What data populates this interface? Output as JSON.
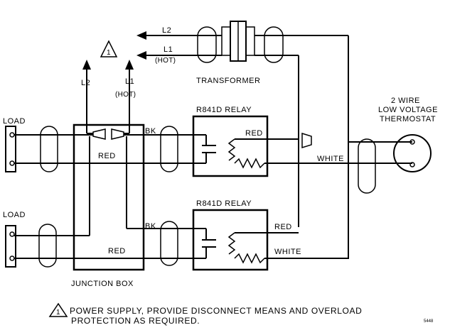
{
  "labels": {
    "l2_top": "L2",
    "l1_top": "L1",
    "hot_top": "(HOT)",
    "transformer": "TRANSFORMER",
    "l2_left": "L2",
    "l1_left": "L1",
    "hot_left": "(HOT)",
    "thermostat_line1": "2 WIRE",
    "thermostat_line2": "LOW VOLTAGE",
    "thermostat_line3": "THERMOSTAT",
    "relay_top": "R841D RELAY",
    "relay_bottom": "R841D RELAY",
    "load_top": "LOAD",
    "load_bottom": "LOAD",
    "bk_top": "BK",
    "bk_bottom": "BK",
    "red_jb_top": "RED",
    "red_jb_bottom": "RED",
    "red_relay_top": "RED",
    "white_top": "WHITE",
    "red_relay_bottom": "RED",
    "white_bottom": "WHITE",
    "junction_box": "JUNCTION BOX",
    "warning_number": "1",
    "note_line1": "POWER SUPPLY, PROVIDE  DISCONNECT  MEANS AND OVERLOAD",
    "note_line2": "PROTECTION  AS  REQUIRED.",
    "figure_code": "5448"
  }
}
